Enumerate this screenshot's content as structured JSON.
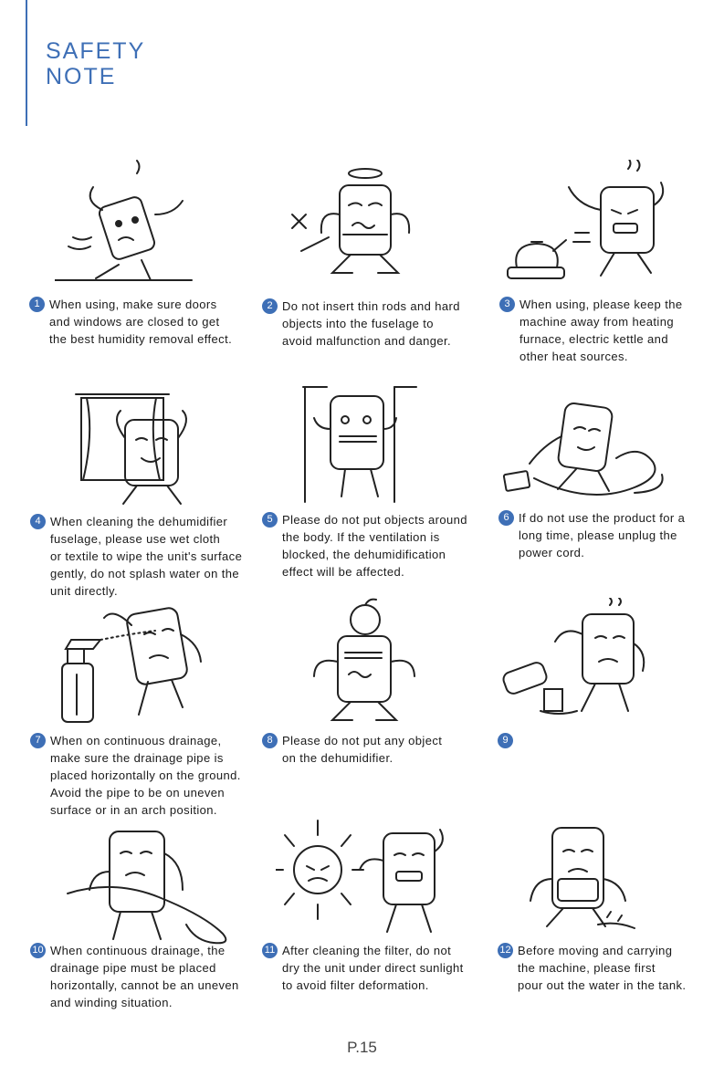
{
  "header": {
    "title_line1": "SAFETY",
    "title_line2": "NOTE",
    "accent_color": "#3e6fb6"
  },
  "notes": [
    {
      "num": "1",
      "text": "When using, make sure doors\nand windows are closed to get\nthe best humidity removal effect."
    },
    {
      "num": "2",
      "text": "Do not insert thin rods and hard\nobjects into the fuselage to\navoid malfunction and danger."
    },
    {
      "num": "3",
      "text": "When using, please keep the\nmachine away from heating\nfurnace, electric kettle and\nother heat sources."
    },
    {
      "num": "4",
      "text": "When cleaning the dehumidifier\nfuselage, please use wet cloth\nor textile to wipe the unit's surface\ngently, do not splash water on the\nunit directly."
    },
    {
      "num": "5",
      "text": "Please do not put objects around\nthe body. If the ventilation is\nblocked, the dehumidification\neffect will be affected."
    },
    {
      "num": "6",
      "text": "If do not use the product for a\nlong time, please unplug the\npower cord."
    },
    {
      "num": "7",
      "text": "When on continuous drainage,\nmake sure the drainage pipe is\nplaced horizontally on the ground.\nAvoid the pipe to be on uneven\nsurface or in an arch position."
    },
    {
      "num": "8",
      "text": "Please do not put any object\non the dehumidifier."
    },
    {
      "num": "9",
      "text": ""
    },
    {
      "num": "10",
      "text": "When continuous drainage, the\ndrainage pipe must be placed\nhorizontally, cannot be an uneven\nand winding situation."
    },
    {
      "num": "11",
      "text": "After cleaning the filter, do not\ndry the unit under direct sunlight\nto avoid filter deformation."
    },
    {
      "num": "12",
      "text": "Before moving and carrying\nthe machine, please first\npour out the water in the tank."
    }
  ],
  "footer": {
    "page_number": "P.15"
  },
  "icons": [
    "dehumidifier-doors-illustration",
    "no-rods-illustration",
    "heat-source-illustration",
    "wet-cloth-illustration",
    "ventilation-illustration",
    "unplug-illustration",
    "spray-bottle-illustration",
    "object-on-top-illustration",
    "spilled-bottle-illustration",
    "drainage-pipe-illustration",
    "sunlight-illustration",
    "carry-tank-illustration"
  ]
}
